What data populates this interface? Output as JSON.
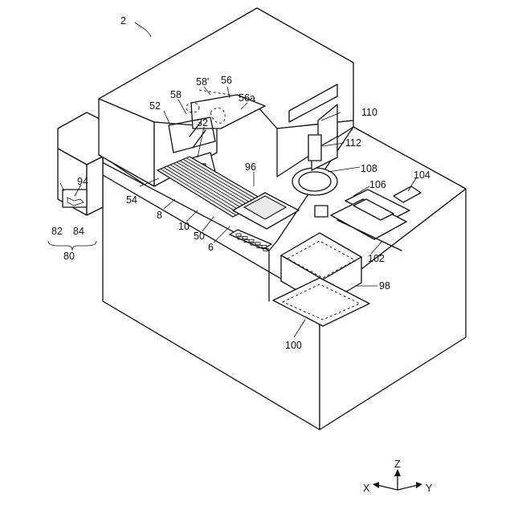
{
  "figure_number": "2",
  "labels": {
    "l94": "94",
    "l82": "82",
    "l84": "84",
    "l80": "80",
    "l52": "52",
    "l58": "58",
    "l58p": "58'",
    "l56": "56",
    "l56a": "56a",
    "l32": "32",
    "l54": "54",
    "l8": "8",
    "l10": "10",
    "l50": "50",
    "l6": "6",
    "l96": "96",
    "l110": "110",
    "l112": "112",
    "l108": "108",
    "l104": "104",
    "l106": "106",
    "l102": "102",
    "l98": "98",
    "l100": "100"
  },
  "axes": {
    "z": "Z",
    "x": "X",
    "y": "Y"
  }
}
